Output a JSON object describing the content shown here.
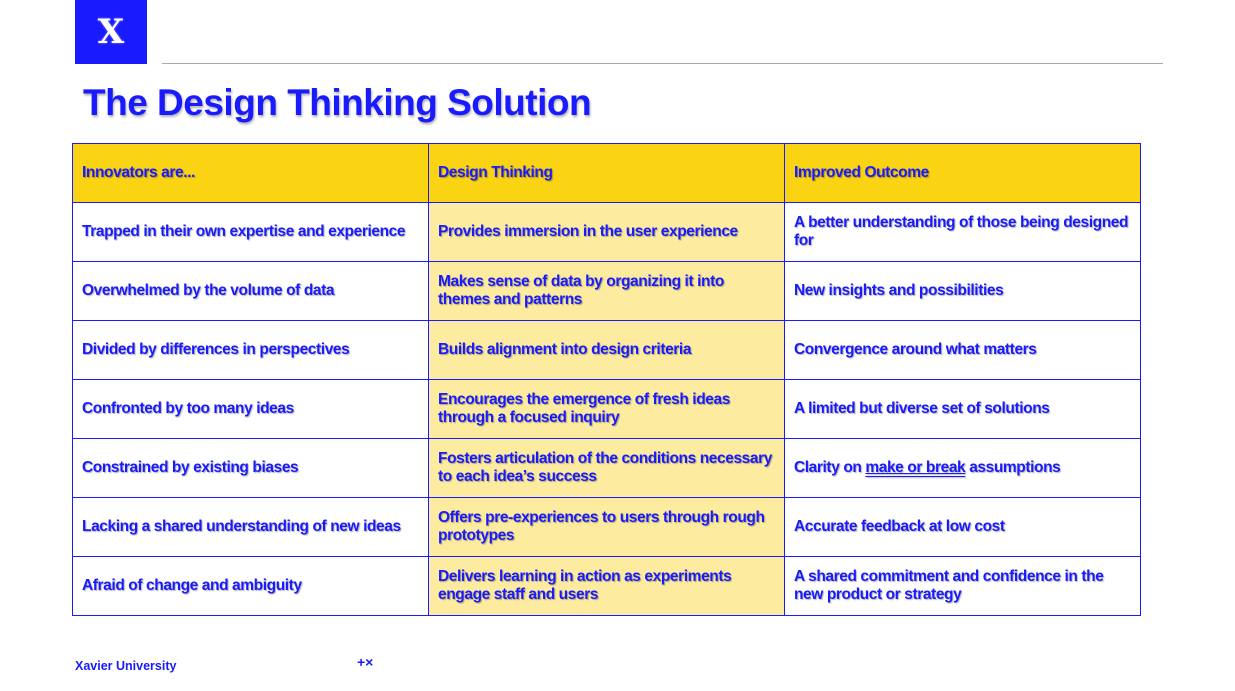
{
  "logo": "X",
  "title": "The Design Thinking Solution",
  "table": {
    "headers": [
      "Innovators are...",
      "Design Thinking",
      "Improved Outcome"
    ],
    "rows": [
      [
        "Trapped in their own expertise and experience",
        "Provides immersion in the user experience",
        "A better understanding of those being designed for"
      ],
      [
        "Overwhelmed by the volume of data",
        "Makes sense of data by organizing it into themes and patterns",
        "New insights and possibilities"
      ],
      [
        "Divided by differences in perspectives",
        "Builds alignment into design criteria",
        "Convergence around what matters"
      ],
      [
        "Confronted by too many ideas",
        "Encourages the emergence of fresh ideas through a focused inquiry",
        "A limited but diverse set of solutions"
      ],
      [
        "Constrained by existing biases",
        "Fosters articulation of the conditions necessary to each idea’s success",
        ""
      ],
      [
        "Lacking a shared understanding of new ideas",
        "Offers pre-experiences to users through rough prototypes",
        "Accurate feedback at low cost"
      ],
      [
        "Afraid of change and ambiguity",
        "Delivers learning in action as experiments engage staff and users",
        "A shared commitment and confidence in the new product or strategy"
      ]
    ],
    "row5_outcome": {
      "pre": "Clarity on ",
      "link": "make or break",
      "post": " assumptions"
    }
  },
  "footer": {
    "org": "Xavier University",
    "mark": "+×"
  }
}
